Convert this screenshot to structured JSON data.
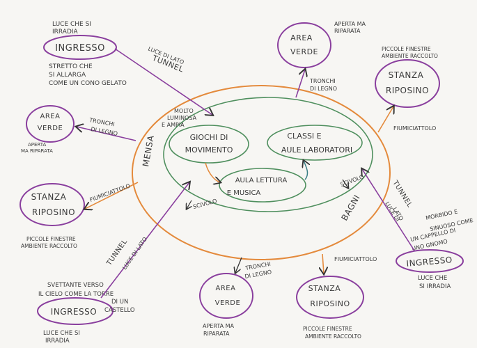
{
  "colors": {
    "paper": "#f7f6f3",
    "purple": "#8a3f9e",
    "orange": "#e48a3c",
    "green": "#4f8f5e",
    "teal": "#3a7f86",
    "ink": "#3a3a3a"
  },
  "center": {
    "outer_left_label": "MENSA",
    "outer_right_label": "BAGNI",
    "top_note_line1": "MOLTO",
    "top_note_line2": "LUMINOSA",
    "top_note_line3": "E AMPIA",
    "nodes": {
      "giochi_line1": "GIOCHI DI",
      "giochi_line2": "MOVIMENTO",
      "classi_line1": "CLASSI E",
      "classi_line2": "AULE LABORATORI",
      "aula_line1": "AULA LETTURA",
      "aula_line2": "E MUSICA"
    },
    "scivolo_left": "SCIVOLO",
    "scivolo_right": "SCIVOLO"
  },
  "ingresso_top": {
    "label": "INGRESSO",
    "above": [
      "LUCE CHE SI",
      "IRRADIA"
    ],
    "below": [
      "STRETTO CHE",
      "SI ALLARGA",
      "COME UN CONO GELATO"
    ],
    "edge": [
      "LUCE DI LATO",
      "TUNNEL"
    ]
  },
  "area_verde_top": {
    "label_line1": "AREA",
    "label_line2": "VERDE",
    "above": [
      "APERTA MA",
      "RIPARATA"
    ],
    "edge": [
      "TRONCHI",
      "DI LEGNO"
    ]
  },
  "stanza_top_right": {
    "label_line1": "STANZA",
    "label_line2": "RIPOSINO",
    "above": [
      "PICCOLE FINESTRE",
      "AMBIENTE RACCOLTO"
    ],
    "edge": "FIUMICIATTOLO"
  },
  "area_verde_left": {
    "label_line1": "AREA",
    "label_line2": "VERDE",
    "below": [
      "APERTA",
      "MA RIPARATA"
    ],
    "edge": [
      "TRONCHI",
      "DI LEGNO"
    ]
  },
  "stanza_left": {
    "label_line1": "STANZA",
    "label_line2": "RIPOSINO",
    "below": [
      "PICCOLE FINESTRE",
      "AMBIENTE RACCOLTO"
    ],
    "edge": "FIUMICIATTOLO"
  },
  "ingresso_bottom_left": {
    "label": "INGRESSO",
    "above": [
      "SVETTANTE VERSO",
      "IL CIELO COME LA TORRE",
      "DI UN",
      "CASTELLO"
    ],
    "below": [
      "LUCE CHE SI",
      "IRRADIA"
    ],
    "edge": [
      "TUNNEL",
      "LUCE DI LATO"
    ]
  },
  "area_verde_bottom": {
    "label_line1": "AREA",
    "label_line2": "VERDE",
    "below": [
      "APERTA MA",
      "RIPARATA"
    ],
    "edge": [
      "TRONCHI",
      "DI LEGNO"
    ]
  },
  "stanza_bottom": {
    "label_line1": "STANZA",
    "label_line2": "RIPOSINO",
    "below": [
      "PICCOLE FINESTRE",
      "AMBIENTE RACCOLTO"
    ],
    "edge": "FIUMICIATTOLO"
  },
  "ingresso_right": {
    "label": "INGRESSO",
    "above": [
      "MORBIDO E",
      "SINUOSO COME",
      "UN CAPPELLO DI",
      "UNO GNOMO"
    ],
    "below": [
      "LUCE CHE",
      "SI IRRADIA"
    ],
    "edge": [
      "TUNNEL",
      "LUCE DI",
      "LATO"
    ]
  }
}
